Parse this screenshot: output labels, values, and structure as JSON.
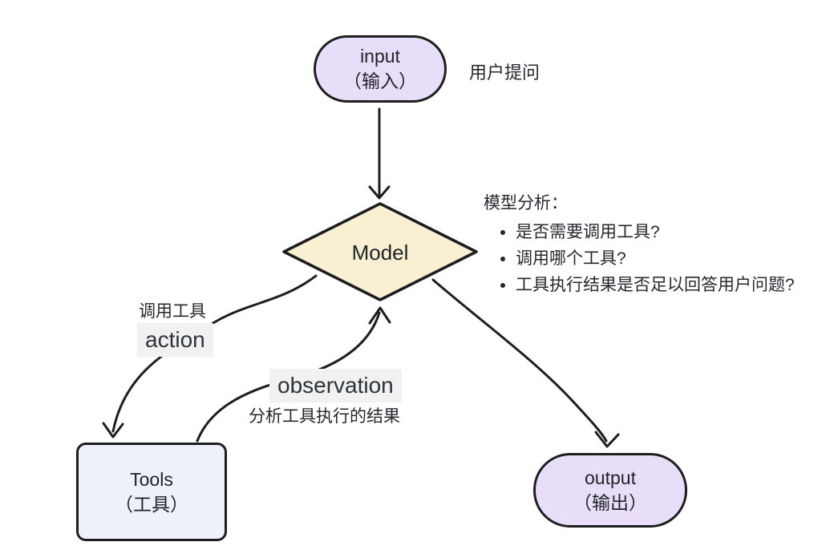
{
  "colors": {
    "stroke": "#1e1e1e",
    "text": "#1f2328",
    "annotation_text": "#24292f",
    "input_fill": "#e9def9",
    "output_fill": "#e9def9",
    "model_fill": "#f9efd2",
    "tools_fill": "#edf2fa",
    "label_bg": "#f1f1f2",
    "label_text": "#2d333b"
  },
  "nodes": {
    "input": {
      "line1": "input",
      "line2": "（输入）"
    },
    "model": {
      "label": "Model"
    },
    "tools": {
      "line1": "Tools",
      "line2": "（工具）"
    },
    "output": {
      "line1": "output",
      "line2": "（输出）"
    }
  },
  "edge_labels": {
    "action": "action",
    "observation": "observation"
  },
  "annotations": {
    "user_question": "用户提问",
    "call_tool": "调用工具",
    "analyze_result": "分析工具执行的结果",
    "model_analysis_title": "模型分析：",
    "model_analysis_bullets": [
      "是否需要调用工具?",
      "调用哪个工具?",
      "工具执行结果是否足以回答用户问题?"
    ]
  }
}
